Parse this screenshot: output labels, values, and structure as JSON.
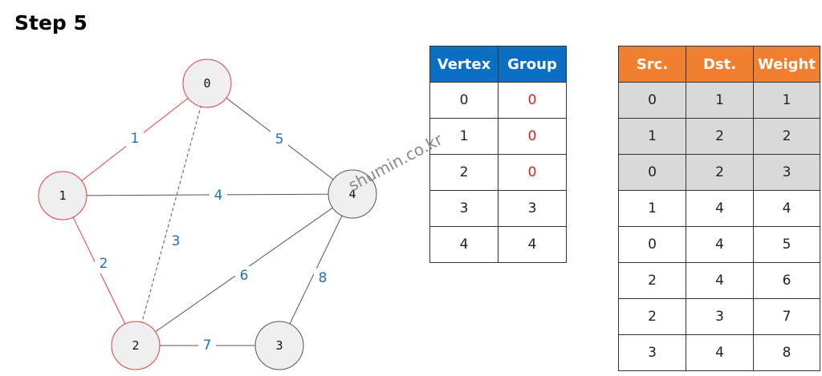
{
  "title": "Step 5",
  "watermark": "shumin.co.kr",
  "colors": {
    "selected_stroke": "#e04040",
    "default_stroke": "#555555",
    "node_fill": "#efefef",
    "edge_label": "#1a72c2",
    "group_header": "#0a6fc2",
    "edge_header": "#f08030",
    "processed_row": "#d9d9d9",
    "red_text": "#e02020"
  },
  "graph": {
    "nodes": [
      {
        "id": "0",
        "label": "0",
        "selected": true
      },
      {
        "id": "1",
        "label": "1",
        "selected": true
      },
      {
        "id": "2",
        "label": "2",
        "selected": true
      },
      {
        "id": "3",
        "label": "3",
        "selected": false
      },
      {
        "id": "4",
        "label": "4",
        "selected": false
      }
    ],
    "edges": [
      {
        "src": "0",
        "dst": "1",
        "weight": "1",
        "state": "selected"
      },
      {
        "src": "1",
        "dst": "2",
        "weight": "2",
        "state": "selected"
      },
      {
        "src": "0",
        "dst": "2",
        "weight": "3",
        "state": "rejected"
      },
      {
        "src": "1",
        "dst": "4",
        "weight": "4",
        "state": "normal"
      },
      {
        "src": "0",
        "dst": "4",
        "weight": "5",
        "state": "normal"
      },
      {
        "src": "2",
        "dst": "4",
        "weight": "6",
        "state": "normal"
      },
      {
        "src": "2",
        "dst": "3",
        "weight": "7",
        "state": "normal"
      },
      {
        "src": "3",
        "dst": "4",
        "weight": "8",
        "state": "normal"
      }
    ]
  },
  "group_table": {
    "headers": [
      "Vertex",
      "Group"
    ],
    "rows": [
      {
        "vertex": "0",
        "group": "0",
        "highlight": true
      },
      {
        "vertex": "1",
        "group": "0",
        "highlight": true
      },
      {
        "vertex": "2",
        "group": "0",
        "highlight": true
      },
      {
        "vertex": "3",
        "group": "3",
        "highlight": false
      },
      {
        "vertex": "4",
        "group": "4",
        "highlight": false
      }
    ]
  },
  "edge_table": {
    "headers": [
      "Src.",
      "Dst.",
      "Weight"
    ],
    "rows": [
      {
        "src": "0",
        "dst": "1",
        "weight": "1",
        "processed": true
      },
      {
        "src": "1",
        "dst": "2",
        "weight": "2",
        "processed": true
      },
      {
        "src": "0",
        "dst": "2",
        "weight": "3",
        "processed": true
      },
      {
        "src": "1",
        "dst": "4",
        "weight": "4",
        "processed": false
      },
      {
        "src": "0",
        "dst": "4",
        "weight": "5",
        "processed": false
      },
      {
        "src": "2",
        "dst": "4",
        "weight": "6",
        "processed": false
      },
      {
        "src": "2",
        "dst": "3",
        "weight": "7",
        "processed": false
      },
      {
        "src": "3",
        "dst": "4",
        "weight": "8",
        "processed": false
      }
    ]
  }
}
